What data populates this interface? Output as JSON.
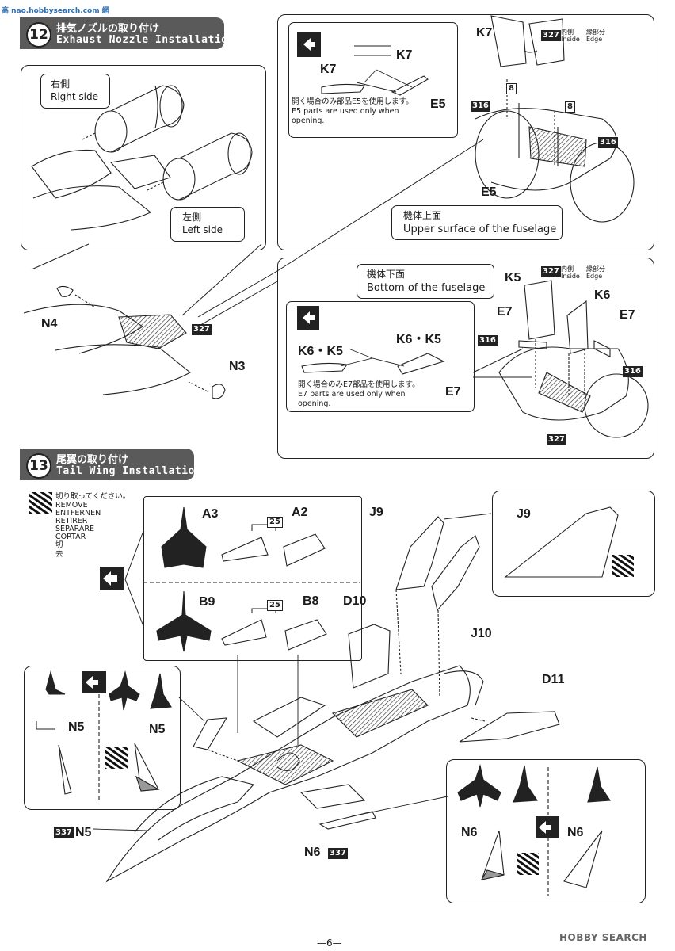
{
  "watermark_top": "高 nao.hobbysearch.com 網",
  "step12": {
    "number": "12",
    "title_jp": "排気ノズルの取り付け",
    "title_en": "Exhaust Nozzle Installation",
    "right_side_jp": "右側",
    "right_side_en": "Right side",
    "left_side_jp": "左側",
    "left_side_en": "Left side",
    "parts": {
      "n4": "N4",
      "n3": "N3",
      "tag327": "327"
    }
  },
  "upper_box": {
    "k7_top": "K7",
    "k7_a": "K7",
    "k7_b": "K7",
    "e5_a": "E5",
    "e5_b": "E5",
    "note_jp": "開く場合のみ部品E5を使用します。",
    "note_en": "E5 parts are used only when opening.",
    "tag327": "327",
    "tag316a": "316",
    "tag316b": "316",
    "tag8a": "8",
    "tag8b": "8",
    "inside_jp": "内側",
    "inside_en": "Inside",
    "edge_jp": "縁部分",
    "edge_en": "Edge",
    "caption_jp": "機体上面",
    "caption_en": "Upper surface of the fuselage"
  },
  "lower_box": {
    "caption_jp": "機体下面",
    "caption_en": "Bottom of the fuselage",
    "k5": "K5",
    "k6": "K6",
    "e7a": "E7",
    "e7b": "E7",
    "e7c": "E7",
    "k6k5a": "K6・K5",
    "k6k5b": "K6・K5",
    "note_jp": "開く場合のみE7部品を使用します。",
    "note_en": "E7 parts are used only when opening.",
    "tag327a": "327",
    "tag327b": "327",
    "tag316a": "316",
    "tag316b": "316",
    "inside_jp": "内側",
    "inside_en": "Inside",
    "edge_jp": "縁部分",
    "edge_en": "Edge"
  },
  "step13": {
    "number": "13",
    "title_jp": "尾翼の取り付け",
    "title_en": "Tail Wing Installation",
    "remove": [
      "切り取ってください。",
      "REMOVE",
      "ENTFERNEN",
      "RETIRER",
      "SEPARARE",
      "CORTAR",
      "切去"
    ],
    "parts": {
      "a3": "A3",
      "a2": "A2",
      "b9": "B9",
      "b8": "B8",
      "tag25a": "25",
      "tag25b": "25",
      "j9": "J9",
      "j9b": "J9",
      "j10": "J10",
      "d10": "D10",
      "d11": "D11",
      "n5a": "N5",
      "n5b": "N5",
      "n5c": "N5",
      "n6a": "N6",
      "n6b": "N6",
      "n6c": "N6",
      "tag337a": "337",
      "tag337b": "337"
    }
  },
  "footer": {
    "page": "—6—",
    "watermark": "HOBBY SEARCH"
  }
}
